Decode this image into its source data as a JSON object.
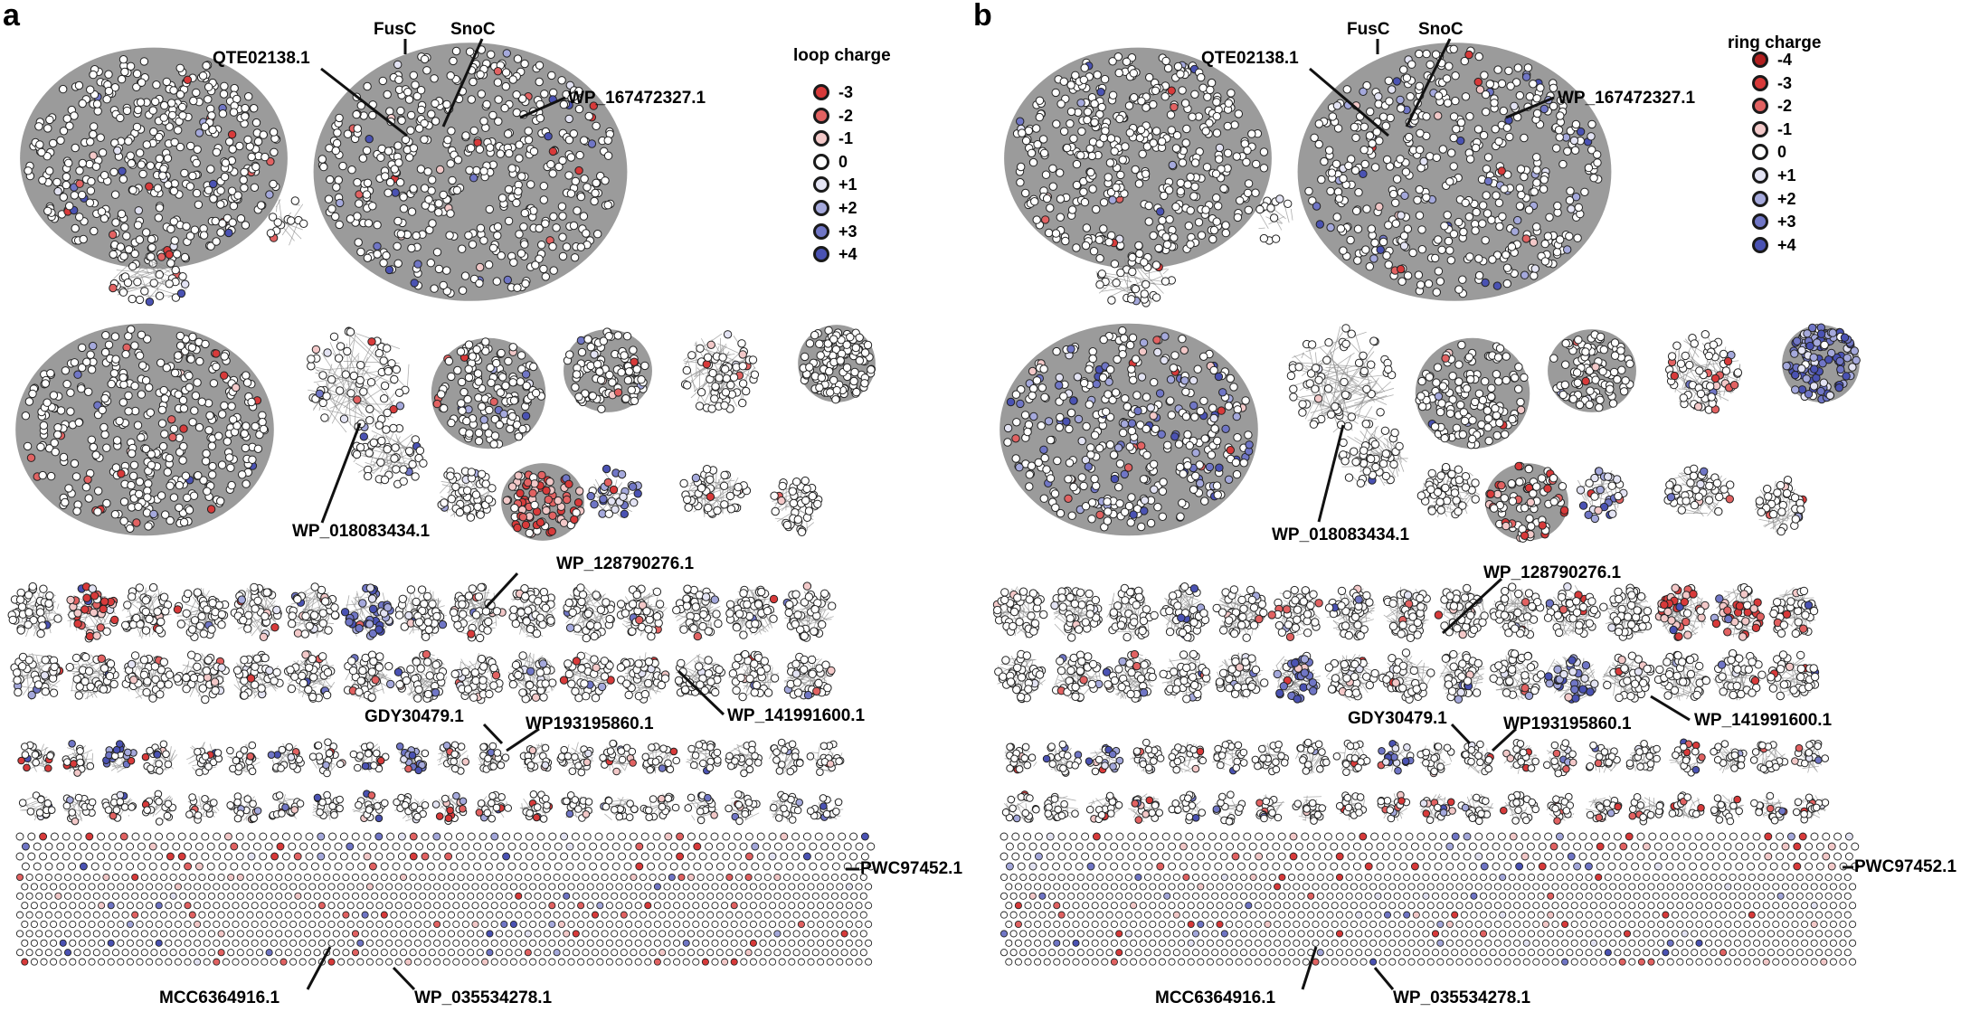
{
  "panels": [
    {
      "letter": "a",
      "legend": {
        "title": "loop charge",
        "items": [
          {
            "label": "-3",
            "color": "#d83a3a"
          },
          {
            "label": "-2",
            "color": "#e26262"
          },
          {
            "label": "-1",
            "color": "#f3c9c9"
          },
          {
            "label": "0",
            "color": "#ffffff"
          },
          {
            "label": "+1",
            "color": "#e4e4f4"
          },
          {
            "label": "+2",
            "color": "#a5a9dc"
          },
          {
            "label": "+3",
            "color": "#7076c6"
          },
          {
            "label": "+4",
            "color": "#4a52b3"
          }
        ]
      },
      "annotations": [
        "FusC",
        "SnoC",
        "QTE02138.1",
        "WP_167472327.1",
        "WP_018083434.1",
        "WP_128790276.1",
        "GDY30479.1",
        "WP193195860.1",
        "WP_141991600.1",
        "PWC97452.1",
        "MCC6364916.1",
        "WP_035534278.1"
      ]
    },
    {
      "letter": "b",
      "legend": {
        "title": "ring charge",
        "items": [
          {
            "label": "-4",
            "color": "#b22020"
          },
          {
            "label": "-3",
            "color": "#d83a3a"
          },
          {
            "label": "-2",
            "color": "#e26262"
          },
          {
            "label": "-1",
            "color": "#f3c9c9"
          },
          {
            "label": "0",
            "color": "#ffffff"
          },
          {
            "label": "+1",
            "color": "#e4e4f4"
          },
          {
            "label": "+2",
            "color": "#a5a9dc"
          },
          {
            "label": "+3",
            "color": "#7076c6"
          },
          {
            "label": "+4",
            "color": "#4a52b3"
          }
        ]
      },
      "annotations": [
        "FusC",
        "SnoC",
        "QTE02138.1",
        "WP_167472327.1",
        "WP_018083434.1",
        "WP_128790276.1",
        "GDY30479.1",
        "WP193195860.1",
        "WP_141991600.1",
        "PWC97452.1",
        "MCC6364916.1",
        "WP_035534278.1"
      ]
    }
  ],
  "colors": {
    "node_stroke": "#222222",
    "edge": "#8c8c8c",
    "dense_fill": "#8a8a8a"
  }
}
